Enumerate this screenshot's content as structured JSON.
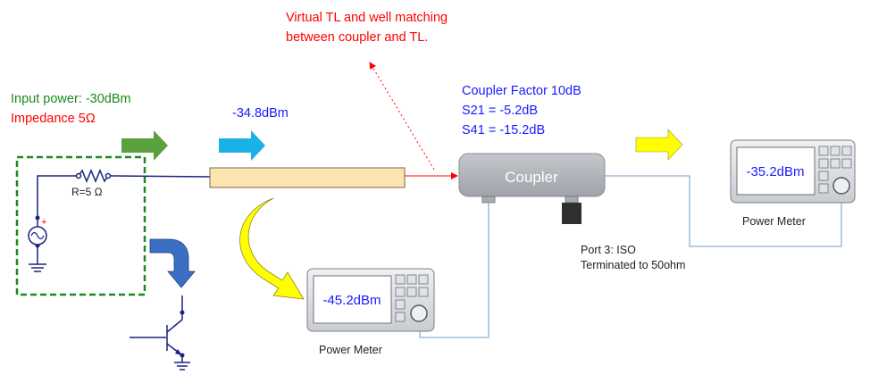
{
  "annotation": {
    "line1": "Virtual TL and well matching",
    "line2": "between coupler and TL.",
    "color": "#ff0000"
  },
  "input": {
    "power": "Input power: -30dBm",
    "impedance": "Impedance 5Ω",
    "power_color": "#1a8a1a",
    "impedance_color": "#ff0000"
  },
  "source": {
    "resistor_label": "R=5 Ω",
    "plus_sign": "+"
  },
  "tl": {
    "power_after_tl": "-34.8dBm"
  },
  "coupler": {
    "label": "Coupler",
    "factor": "Coupler Factor 10dB",
    "s21": "S21 = -5.2dB",
    "s41": "S41 = -15.2dB",
    "text_color": "#1a1aff"
  },
  "port3": {
    "line1": "Port 3: ISO",
    "line2": "Terminated to 50ohm"
  },
  "meters": {
    "coupled_reading": "-45.2dBm",
    "through_reading": "-35.2dBm",
    "coupled_label": "Power Meter",
    "through_label": "Power Meter"
  },
  "colors": {
    "green_arrow": "#5aa03c",
    "blue_arrow": "#1ab0e8",
    "yellow_arrow": "#ffff00",
    "navy": "#1a237e",
    "dark_blue_arrow": "#3a6fc4"
  }
}
